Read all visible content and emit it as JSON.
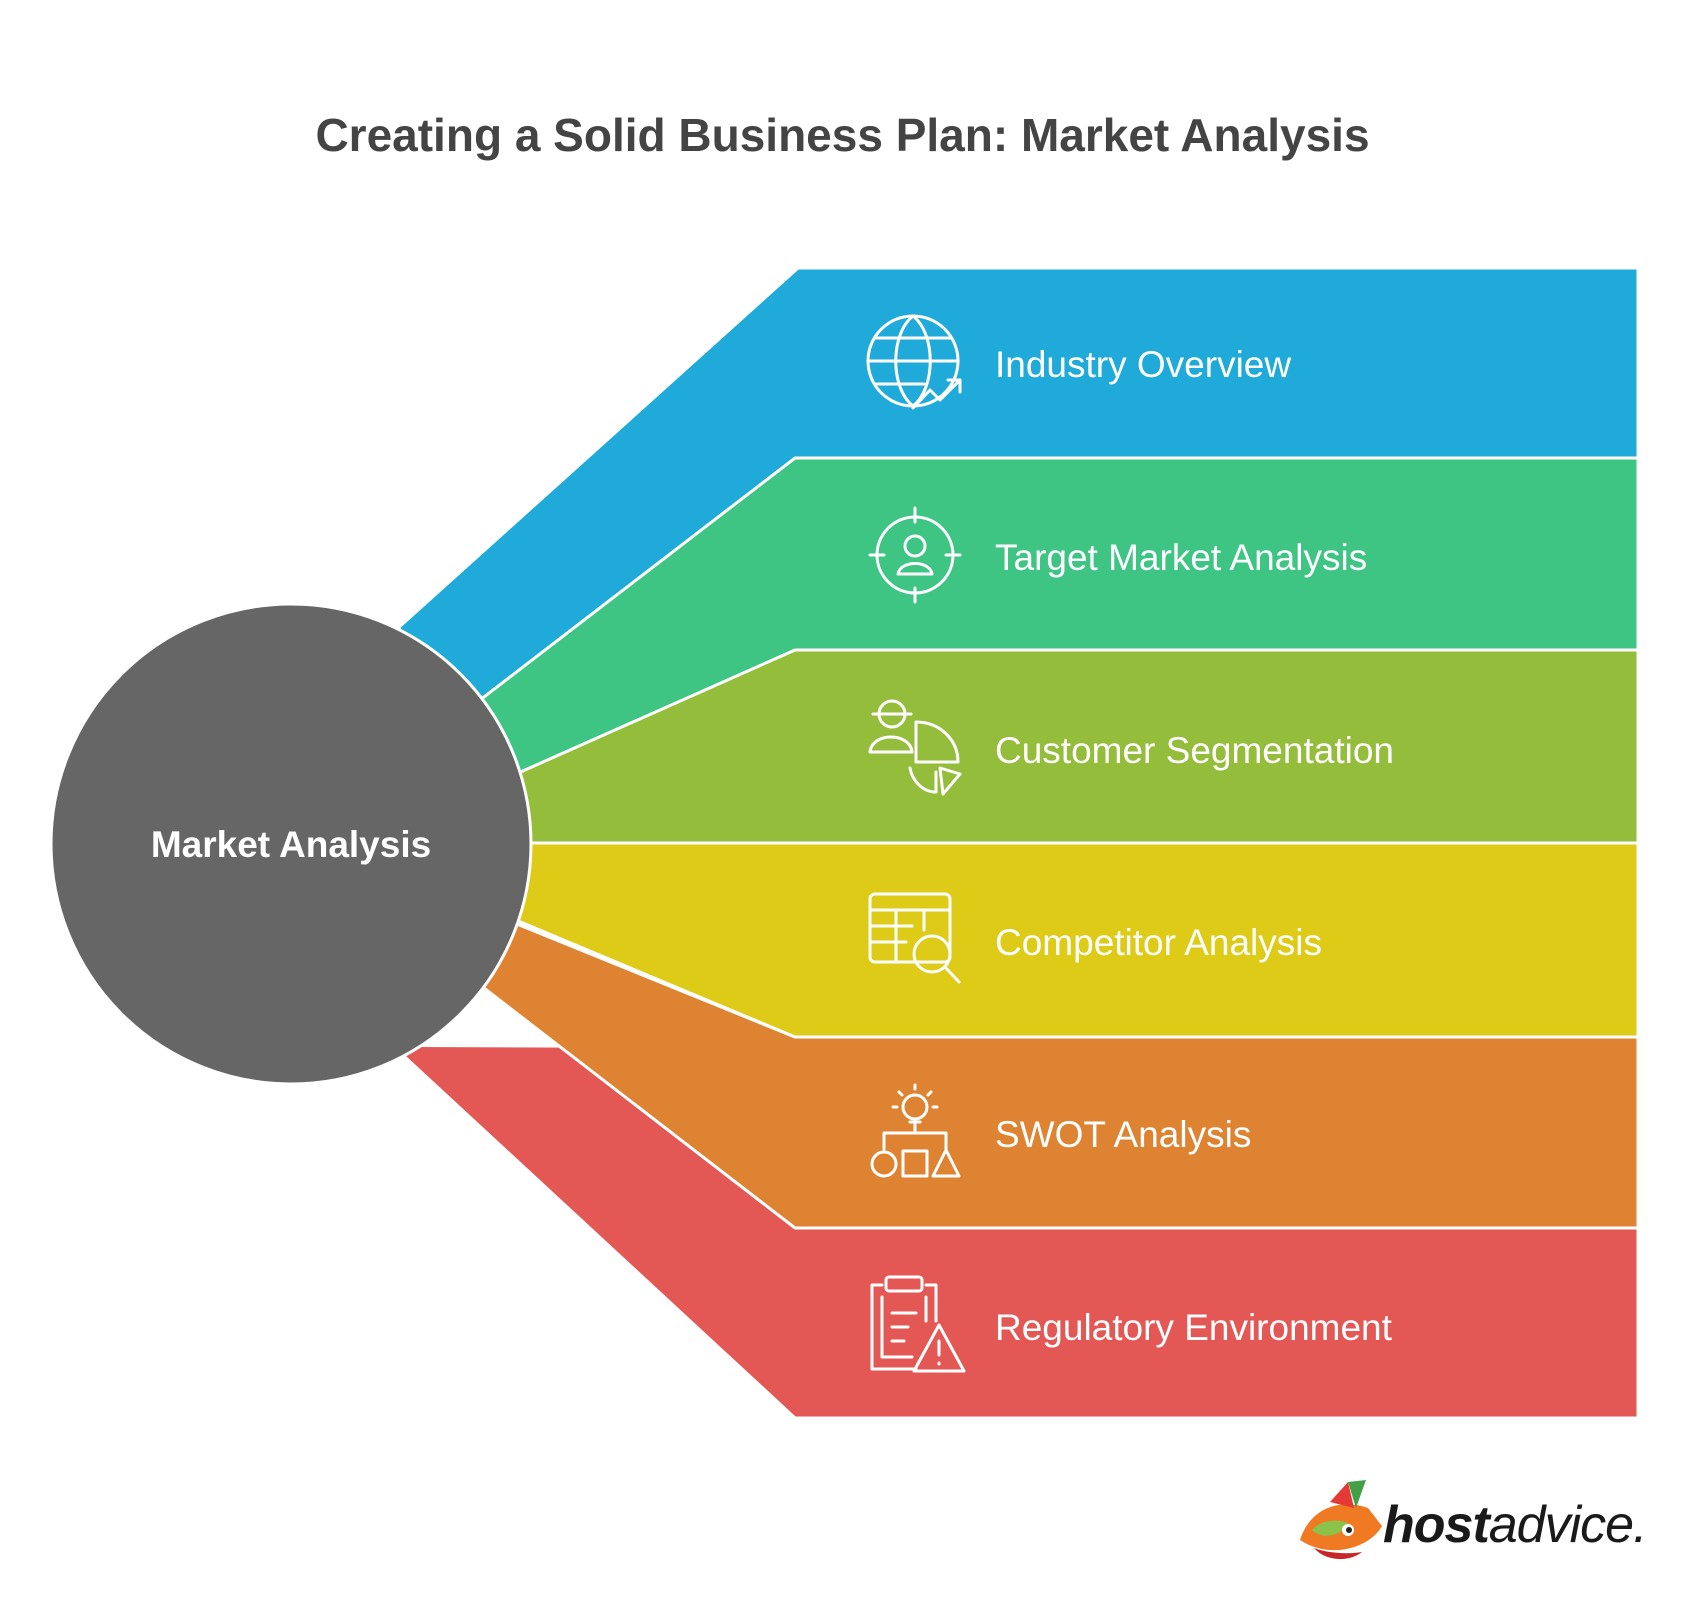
{
  "title": "Creating a Solid Business Plan: Market Analysis",
  "center": {
    "label": "Market Analysis",
    "color": "#666666"
  },
  "items": [
    {
      "label": "Industry Overview",
      "icon": "globe-growth-icon",
      "color": "#1FAAD9"
    },
    {
      "label": "Target Market Analysis",
      "icon": "target-person-icon",
      "color": "#3EC483"
    },
    {
      "label": "Customer Segmentation",
      "icon": "person-pie-chart-icon",
      "color": "#93BD3B"
    },
    {
      "label": "Competitor Analysis",
      "icon": "table-magnifier-icon",
      "color": "#DDCB17"
    },
    {
      "label": "SWOT Analysis",
      "icon": "lightbulb-shapes-icon",
      "color": "#DD8332"
    },
    {
      "label": "Regulatory Environment",
      "icon": "clipboard-warning-icon",
      "color": "#E35855"
    }
  ],
  "brand": {
    "name_bold": "host",
    "name_regular": "advice."
  }
}
